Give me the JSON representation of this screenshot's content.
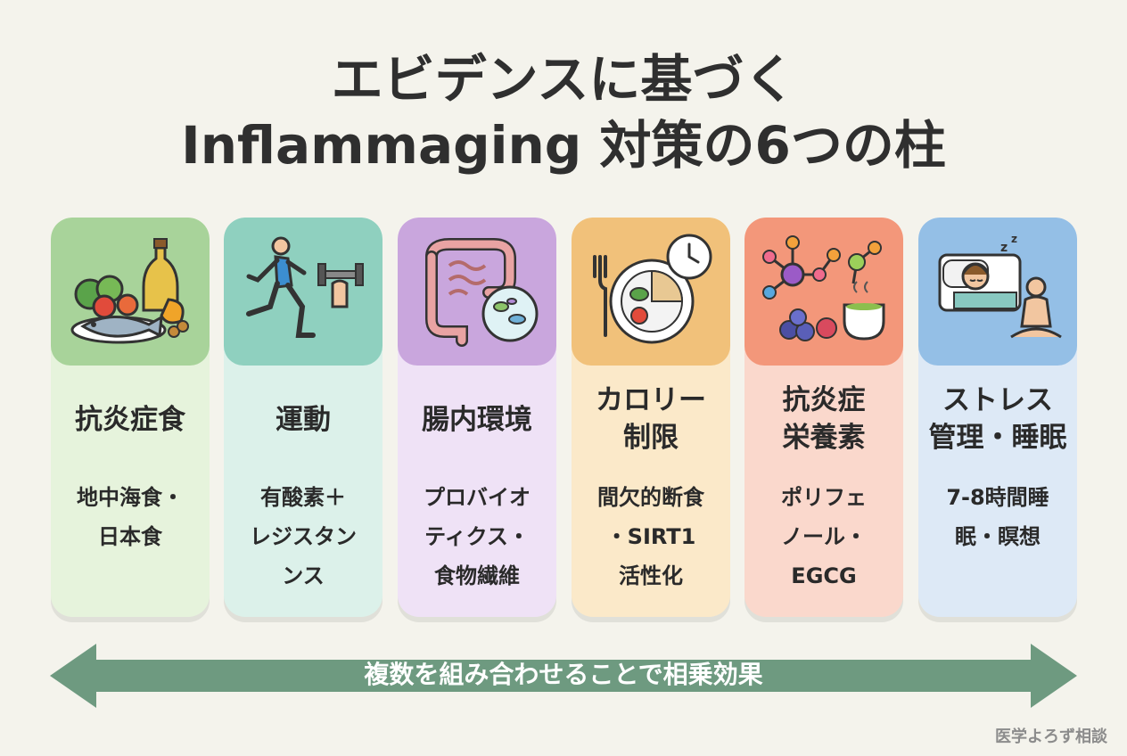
{
  "title": {
    "line1": "エビデンスに基づく",
    "line2": "Inflammaging 対策の6つの柱"
  },
  "pillars": [
    {
      "name": [
        "抗炎症食"
      ],
      "desc": [
        "地中海食・",
        "日本食"
      ],
      "icon": "food-icon",
      "top_color": "#a8d39a",
      "body_color": "#e6f3dc"
    },
    {
      "name": [
        "運動"
      ],
      "desc": [
        "有酸素＋",
        "レジスタン",
        "ンス"
      ],
      "icon": "exercise-icon",
      "top_color": "#8fd0bf",
      "body_color": "#dcf1ea"
    },
    {
      "name": [
        "腸内環境"
      ],
      "desc": [
        "プロバイオ",
        "ティクス・",
        "食物繊維"
      ],
      "icon": "gut-icon",
      "top_color": "#c9a6dd",
      "body_color": "#efe2f6"
    },
    {
      "name": [
        "カロリー",
        "制限"
      ],
      "desc": [
        "間欠的断食",
        "・SIRT1",
        "活性化"
      ],
      "icon": "clock-plate-icon",
      "top_color": "#f1c17a",
      "body_color": "#fbe9c9"
    },
    {
      "name": [
        "抗炎症",
        "栄養素"
      ],
      "desc": [
        "ポリフェ",
        "ノール・",
        "EGCG"
      ],
      "icon": "molecule-icon",
      "top_color": "#f3977a",
      "body_color": "#fad8cc"
    },
    {
      "name": [
        "ストレス",
        "管理・睡眠"
      ],
      "desc": [
        "7-8時間睡",
        "眠・瞑想"
      ],
      "icon": "sleep-meditation-icon",
      "top_color": "#94bfe6",
      "body_color": "#dde9f6"
    }
  ],
  "arrow": {
    "label": "複数を組み合わせることで相乗効果",
    "color": "#6e9a80"
  },
  "watermark": "医学よろず相談"
}
